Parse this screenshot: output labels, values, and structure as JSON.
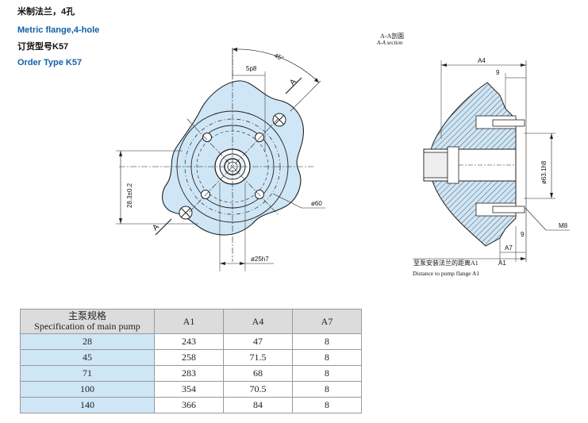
{
  "header": {
    "title_zh": "米制法兰，4孔",
    "title_en": "Metric flange,4-hole",
    "order_zh": "订货型号K57",
    "order_en": "Order Type K57"
  },
  "front_view": {
    "dims": {
      "angle": "45°",
      "pitch": "5p8",
      "section_mark": "A",
      "bolt_circle": "28.3±0.2",
      "pilot": "ø60",
      "shaft": "ø25h7"
    }
  },
  "section_view": {
    "title_zh": "A-A剖面",
    "title_en": "A-A section",
    "dims": {
      "a4": "A4",
      "nine_top": "9",
      "bore": "ø63.1h8",
      "thread": "M8",
      "nine_bottom": "9",
      "a7": "A7",
      "a1": "A1"
    },
    "caption_zh": "至泵安装法兰的距离A1",
    "caption_en": "Distance to pump flange A1"
  },
  "table": {
    "header": {
      "col0_zh": "主泵规格",
      "col0_en": "Specification of main pump",
      "col1": "A1",
      "col2": "A4",
      "col3": "A7"
    },
    "rows": [
      [
        "28",
        "243",
        "47",
        "8"
      ],
      [
        "45",
        "258",
        "71.5",
        "8"
      ],
      [
        "71",
        "283",
        "68",
        "8"
      ],
      [
        "100",
        "354",
        "70.5",
        "8"
      ],
      [
        "140",
        "366",
        "84",
        "8"
      ]
    ]
  },
  "colors": {
    "flange_fill": "#cfe6f6",
    "header_blue": "#1060a8",
    "table_header": "#dcdcdc"
  }
}
